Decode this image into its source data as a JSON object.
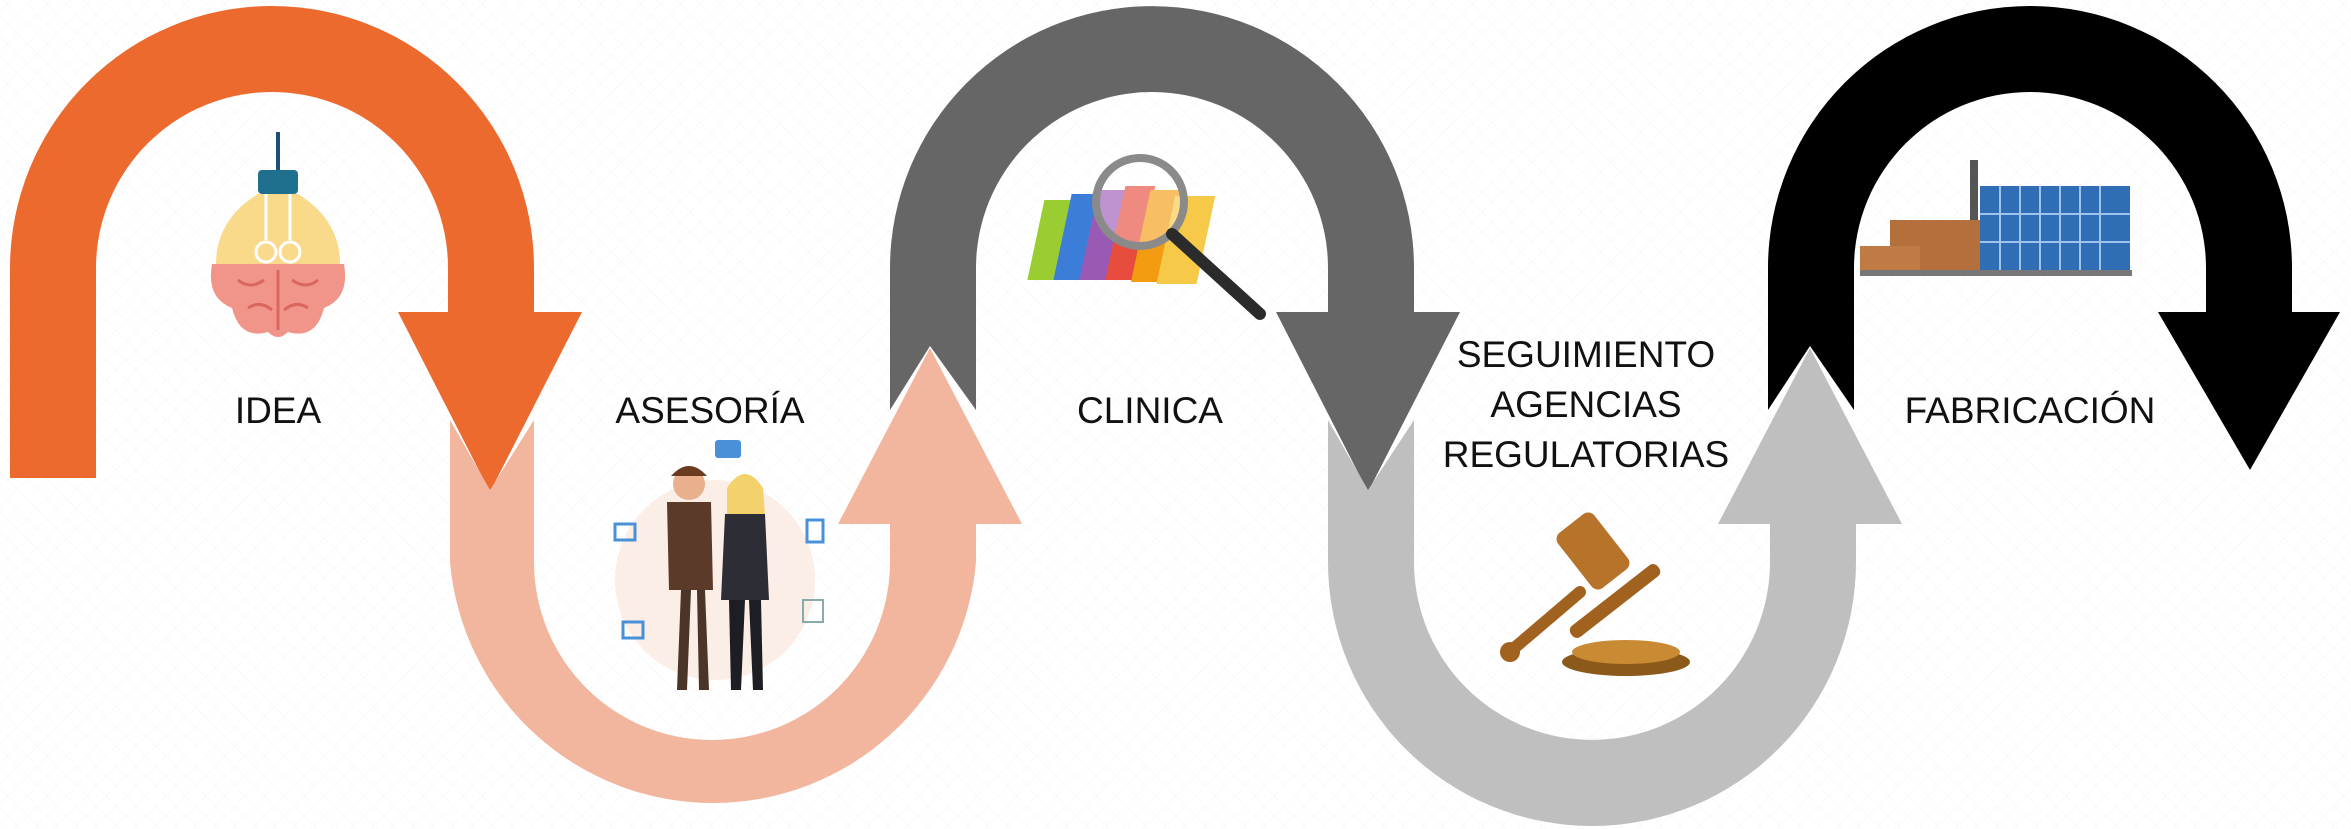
{
  "stages": [
    {
      "id": "idea",
      "label": "IDEA",
      "icon": "lightbulb-brain-icon",
      "color": "#ed6a2f"
    },
    {
      "id": "asesoria",
      "label": "ASESORÍA",
      "icon": "consultants-icon",
      "color": "#f2b59e"
    },
    {
      "id": "clinica",
      "label": "CLINICA",
      "icon": "folders-magnifier-icon",
      "color": "#666666"
    },
    {
      "id": "seguimiento",
      "label_lines": [
        "SEGUIMIENTO",
        "AGENCIAS",
        "REGULATORIAS"
      ],
      "icon": "gavel-icon",
      "color": "#c0bfbf"
    },
    {
      "id": "fabricacion",
      "label": "FABRICACIÓN",
      "icon": "factory-icon",
      "color": "#000000"
    }
  ]
}
